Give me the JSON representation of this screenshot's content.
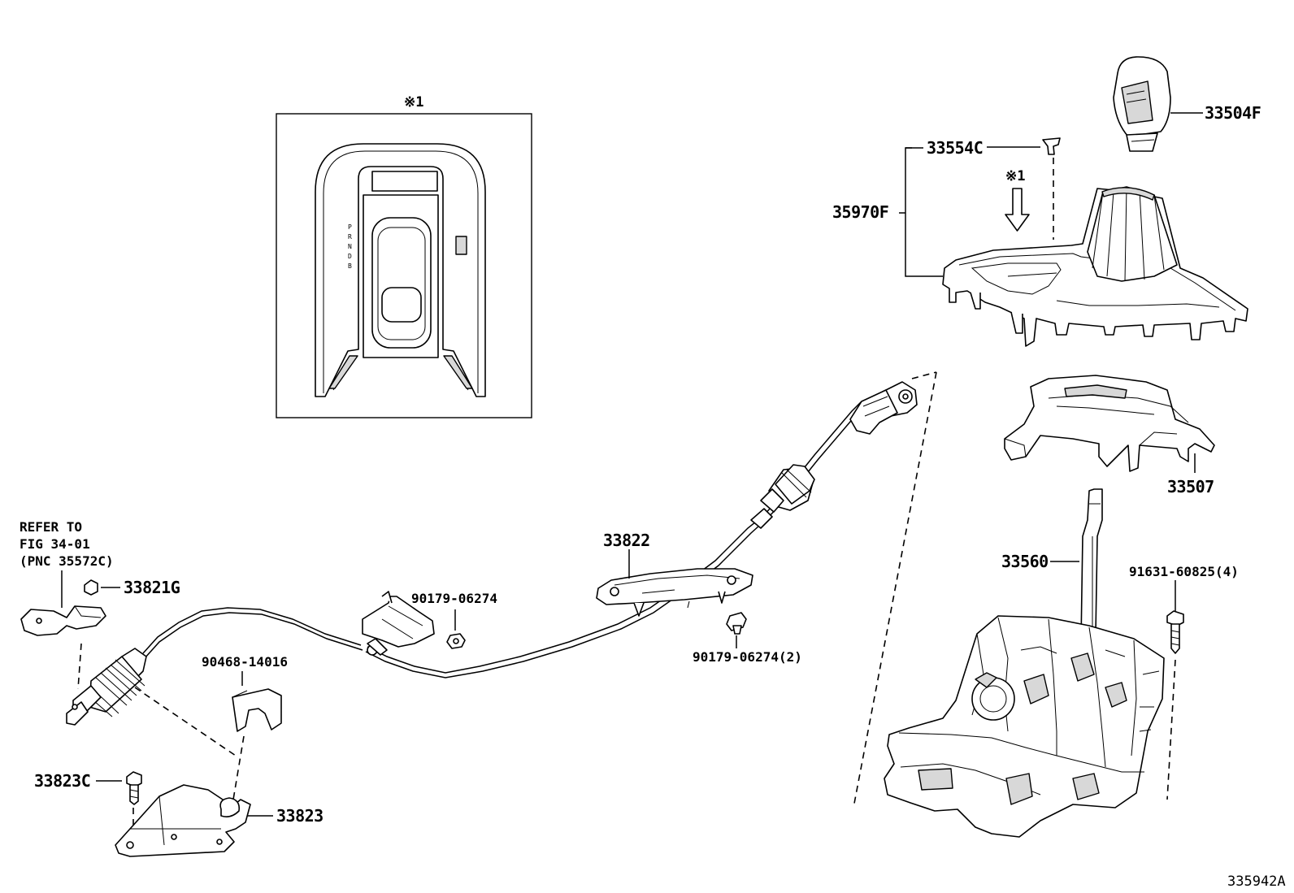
{
  "labels": {
    "p33504F": "33504F",
    "p33554C": "33554C",
    "note_arrow": "※1",
    "p35970F": "35970F",
    "p33507": "33507",
    "p33560": "33560",
    "p91631": "91631-60825(4)",
    "p33822": "33822",
    "p90179a": "90179-06274",
    "p90179b": "90179-06274(2)",
    "p33821G": "33821G",
    "p90468": "90468-14016",
    "p33823C": "33823C",
    "p33823": "33823",
    "refer": [
      "REFER TO",
      "FIG 34-01",
      "(PNC 35572C)"
    ],
    "inset_note": "※1",
    "gear_letters": [
      "P",
      "R",
      "N",
      "D",
      "B"
    ],
    "diagram_id": "335942A"
  }
}
